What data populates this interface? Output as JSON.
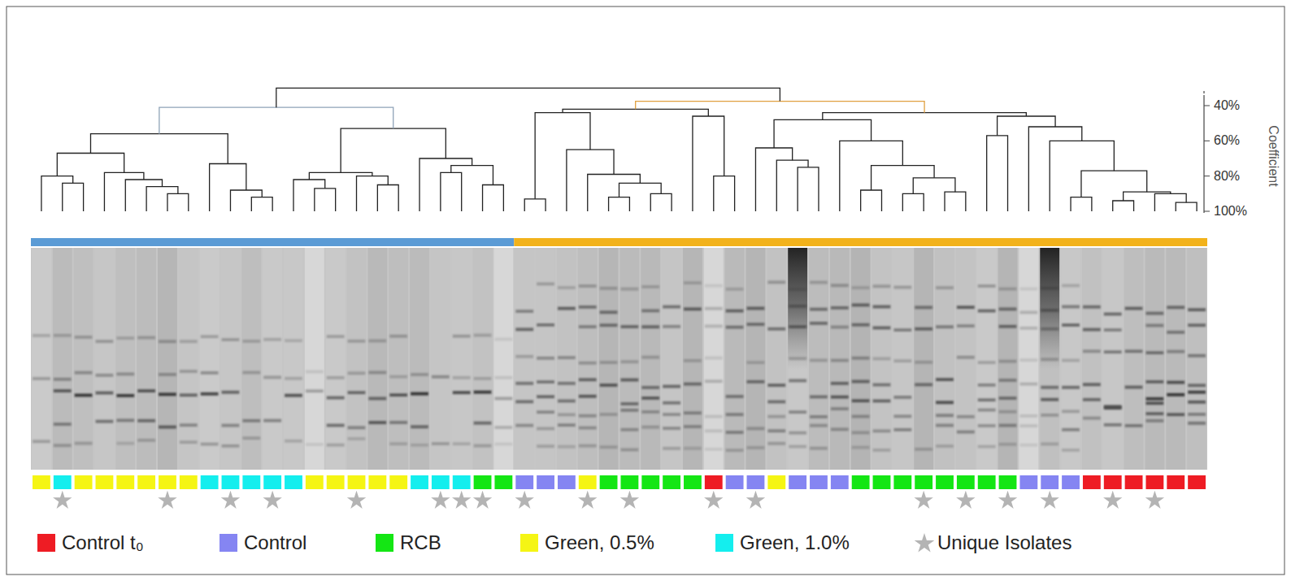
{
  "diagram": {
    "labels": [
      "40%",
      "60%",
      "80%",
      "100%",
      "Coefficient"
    ],
    "legend": [
      {
        "text": "Control t₀",
        "color": "#ee1c24"
      },
      {
        "text": "Control",
        "color": "#8585f2"
      },
      {
        "text": "RCB",
        "color": "#14e614"
      },
      {
        "text": "Green, 0.5%",
        "color": "#f5f514"
      },
      {
        "text": "Green, 1.0%",
        "color": "#14eeee"
      },
      {
        "text": "Unique Isolates"
      }
    ]
  }
}
